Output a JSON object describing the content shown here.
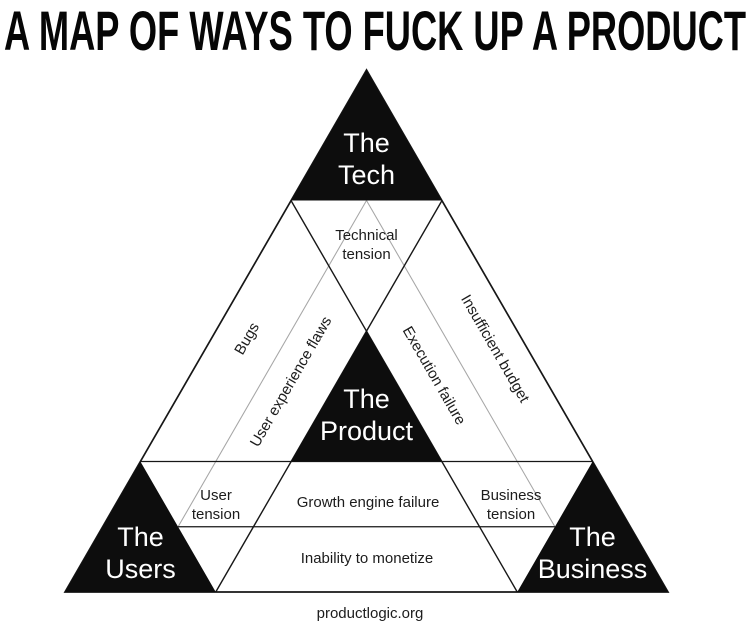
{
  "title": "A MAP OF WAYS TO FUCK UP A PRODUCT",
  "footer": "productlogic.org",
  "colors": {
    "ink": "#0d0d0d",
    "line_black": "#171717",
    "line_gray": "#a6a6a6",
    "text_white": "#ffffff"
  },
  "corners": {
    "tech": {
      "line1": "The",
      "line2": "Tech"
    },
    "product": {
      "line1": "The",
      "line2": "Product"
    },
    "users": {
      "line1": "The",
      "line2": "Users"
    },
    "business": {
      "line1": "The",
      "line2": "Business"
    }
  },
  "regions": {
    "technical_tension": {
      "line1": "Technical",
      "line2": "tension"
    },
    "bugs": "Bugs",
    "user_experience_flaws": "User experience flaws",
    "insufficient_budget": "Insufficient budget",
    "execution_failure": "Execution failure",
    "user_tension": {
      "line1": "User",
      "line2": "tension"
    },
    "business_tension": {
      "line1": "Business",
      "line2": "tension"
    },
    "growth_engine_failure": "Growth engine failure",
    "inability_to_monetize": "Inability to monetize"
  }
}
